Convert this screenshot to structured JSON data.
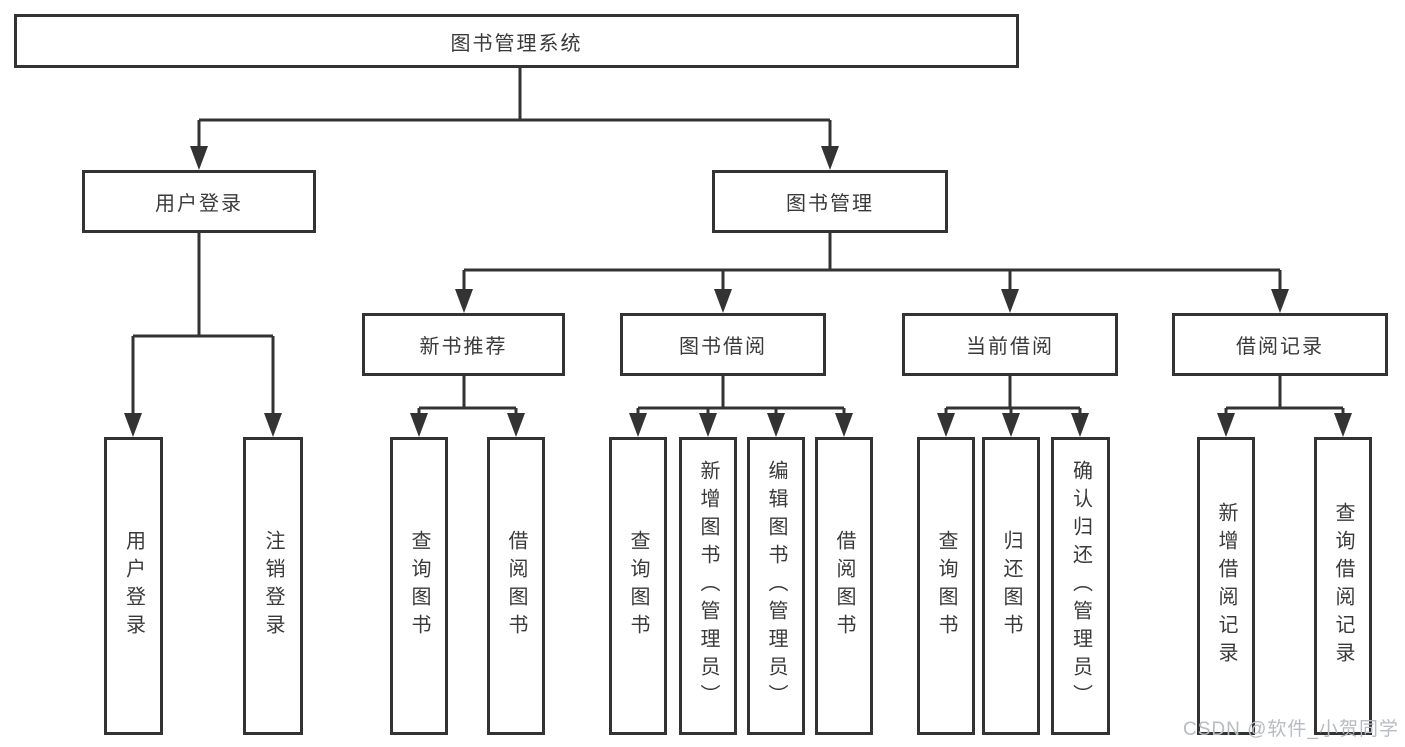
{
  "tree": {
    "label": "图书管理系统",
    "children": [
      {
        "label": "用户登录",
        "children": [
          {
            "label": "用户登录"
          },
          {
            "label": "注销登录"
          }
        ]
      },
      {
        "label": "图书管理",
        "children": [
          {
            "label": "新书推荐",
            "children": [
              {
                "label": "查询图书"
              },
              {
                "label": "借阅图书"
              }
            ]
          },
          {
            "label": "图书借阅",
            "children": [
              {
                "label": "查询图书"
              },
              {
                "label": "新增图书（管理员）"
              },
              {
                "label": "编辑图书（管理员）"
              },
              {
                "label": "借阅图书"
              }
            ]
          },
          {
            "label": "当前借阅",
            "children": [
              {
                "label": "查询图书"
              },
              {
                "label": "归还图书"
              },
              {
                "label": "确认归还（管理员）"
              }
            ]
          },
          {
            "label": "借阅记录",
            "children": [
              {
                "label": "新增借阅记录"
              },
              {
                "label": "查询借阅记录"
              }
            ]
          }
        ]
      }
    ]
  },
  "watermark": "CSDN @软件_小贺同学",
  "colors": {
    "line": "#333333",
    "box_border": "#333333",
    "box_fill": "#ffffff",
    "text": "#3a3a3a",
    "watermark": "#b8bbc0",
    "background": "#ffffff"
  }
}
